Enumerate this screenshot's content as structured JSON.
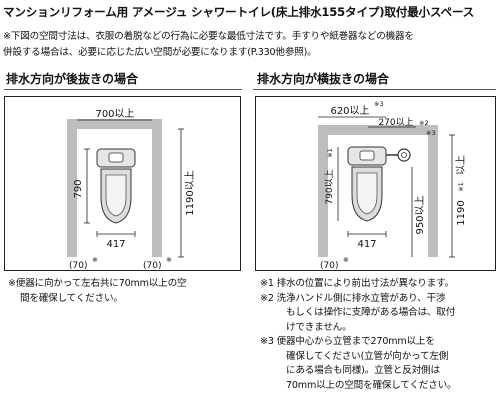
{
  "title": "マンションリフォーム用 アメージュ シャワートイレ(床上排水155タイプ)取付最小スペース",
  "notes": [
    "※下図の空間寸法は、衣服の着脱などの行為に必要な最低寸法です。手すりや紙巻器などの機器を",
    "併設する場合は、必要に応じた広い空間が必要になります(P.330他参照)。"
  ],
  "left_section": {
    "heading": "排水方向が後抜きの場合",
    "dims": {
      "width": "700以上",
      "depth": "790",
      "height_total": "1190以上",
      "toilet_width": "417",
      "side_left": "(70)",
      "side_right": "(70)",
      "mark": "※"
    },
    "footnote": [
      "※便器に向かって左右共に70mm以上の空",
      "間を確保してください。"
    ]
  },
  "right_section": {
    "heading": "排水方向が横抜きの場合",
    "dims": {
      "width": "620以上",
      "width_mark": "※3",
      "offset": "270以上",
      "offset_mark": "※2",
      "offset_mark2": "※3",
      "depth": "790以上",
      "depth_mark": "※1",
      "wall": "950以上",
      "height_total": "1190",
      "height_mark": "※1",
      "height_suffix": "以上",
      "toilet_width": "417",
      "side_left": "(70)",
      "side_left_mark": "※"
    },
    "footnotes": [
      "※1 排水の位置により前出寸法が異なります。",
      "※2 洗浄ハンドル側に排水立管があり、干渉",
      "もしくは操作に支障がある場合は、取付",
      "けできません。",
      "※3 便器中心から立管まで270mm以上を",
      "確保してください(立管が向かって左側",
      "にある場合も同様)。立管と反対側は",
      "70mm以上の空間を確保してください。"
    ]
  }
}
